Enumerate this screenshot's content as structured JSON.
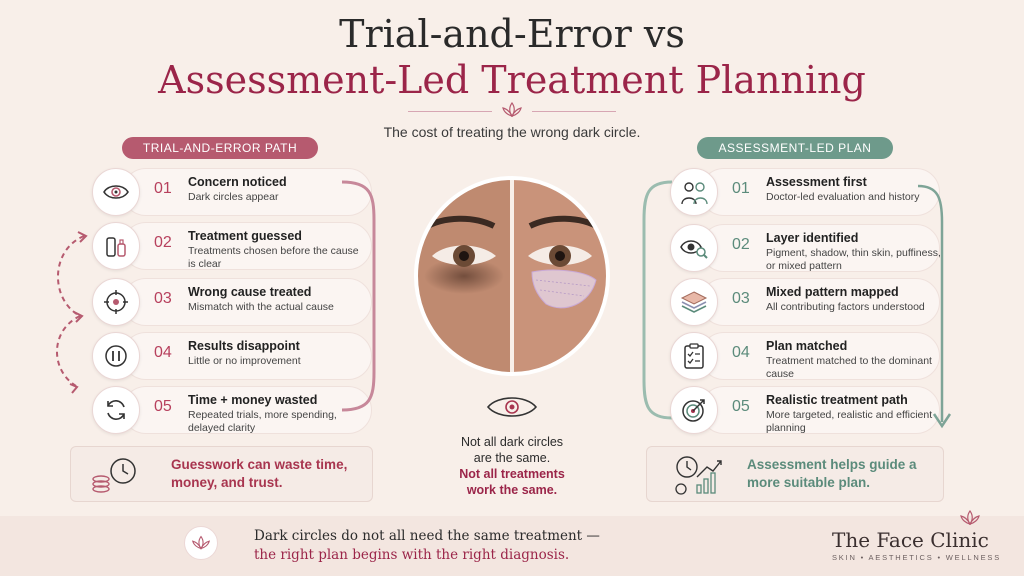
{
  "header": {
    "title_line1": "Trial-and-Error vs",
    "title_line2": "Assessment-Led Treatment Planning",
    "subtitle": "The cost of treating the wrong dark circle."
  },
  "left_path": {
    "pill": "TRIAL-AND-ERROR PATH",
    "steps": [
      {
        "num": "01",
        "label": "Concern noticed",
        "desc": "Dark circles appear",
        "icon": "eye-icon"
      },
      {
        "num": "02",
        "label": "Treatment guessed",
        "desc": "Treatments chosen before the cause is clear",
        "icon": "products-icon"
      },
      {
        "num": "03",
        "label": "Wrong cause treated",
        "desc": "Mismatch with the actual cause",
        "icon": "target-icon"
      },
      {
        "num": "04",
        "label": "Results disappoint",
        "desc": "Little or no improvement",
        "icon": "pause-icon"
      },
      {
        "num": "05",
        "label": "Time + money wasted",
        "desc": "Repeated trials, more spending, delayed clarity",
        "icon": "refresh-icon"
      }
    ],
    "callout": "Guesswork can waste time, money, and trust."
  },
  "right_path": {
    "pill": "ASSESSMENT-LED PLAN",
    "steps": [
      {
        "num": "01",
        "label": "Assessment first",
        "desc": "Doctor-led evaluation and history",
        "icon": "doctor-icon"
      },
      {
        "num": "02",
        "label": "Layer identified",
        "desc": "Pigment, shadow, thin skin, puffiness, or mixed pattern",
        "icon": "magnify-eye-icon"
      },
      {
        "num": "03",
        "label": "Mixed pattern mapped",
        "desc": "All contributing factors understood",
        "icon": "layers-icon"
      },
      {
        "num": "04",
        "label": "Plan matched",
        "desc": "Treatment matched to the dominant cause",
        "icon": "clipboard-icon"
      },
      {
        "num": "05",
        "label": "Realistic treatment path",
        "desc": "More targeted, realistic and efficient planning",
        "icon": "bullseye-icon"
      }
    ],
    "callout": "Assessment helps guide a more suitable plan."
  },
  "center": {
    "line1": "Not all dark circles",
    "line2": "are the same.",
    "line3": "Not all treatments",
    "line4": "work the same."
  },
  "footer": {
    "line1": "Dark circles do not all need the same treatment —",
    "line2": "the right plan begins with the right diagnosis.",
    "brand": "The Face Clinic",
    "tagline": "SKIN • AESTHETICS • WELLNESS"
  },
  "colors": {
    "accent_red": "#9b2549",
    "accent_green": "#6e9a8b",
    "background": "#f8efe9"
  }
}
